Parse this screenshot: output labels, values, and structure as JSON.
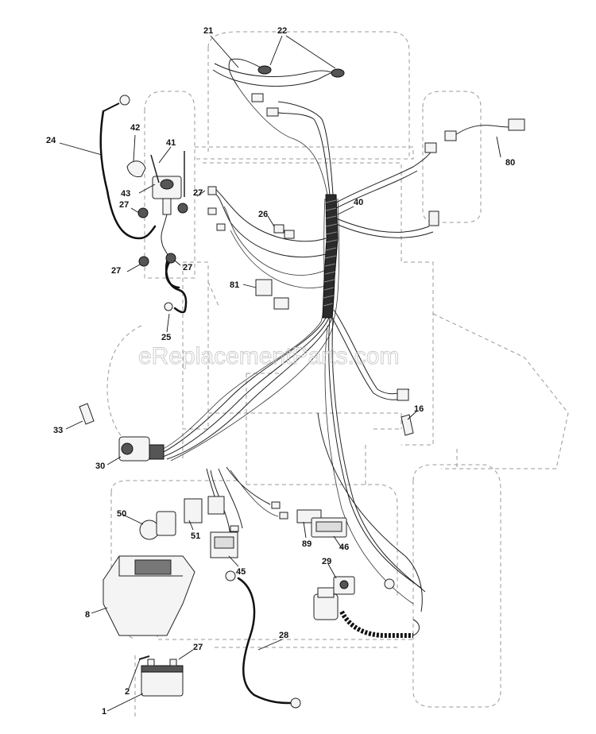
{
  "watermark": "eReplacementParts.com",
  "callouts": {
    "c1": "1",
    "c2": "2",
    "c8": "8",
    "c16": "16",
    "c21": "21",
    "c22": "22",
    "c24": "24",
    "c25": "25",
    "c26": "26",
    "c27a": "27",
    "c27b": "27",
    "c27c": "27",
    "c27d": "27",
    "c27e": "27",
    "c28": "28",
    "c29": "29",
    "c30": "30",
    "c33": "33",
    "c40": "40",
    "c41": "41",
    "c42": "42",
    "c43": "43",
    "c45": "45",
    "c46": "46",
    "c50": "50",
    "c51": "51",
    "c80": "80",
    "c81": "81",
    "c89": "89"
  }
}
